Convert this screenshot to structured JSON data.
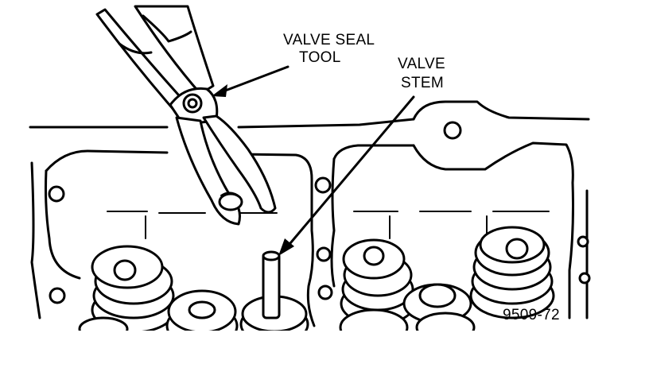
{
  "labels": {
    "valve_seal_tool_line1": "VALVE SEAL",
    "valve_seal_tool_line2": "TOOL",
    "valve_stem_line1": "VALVE",
    "valve_stem_line2": "STEM",
    "figure_number": "9509-72"
  }
}
